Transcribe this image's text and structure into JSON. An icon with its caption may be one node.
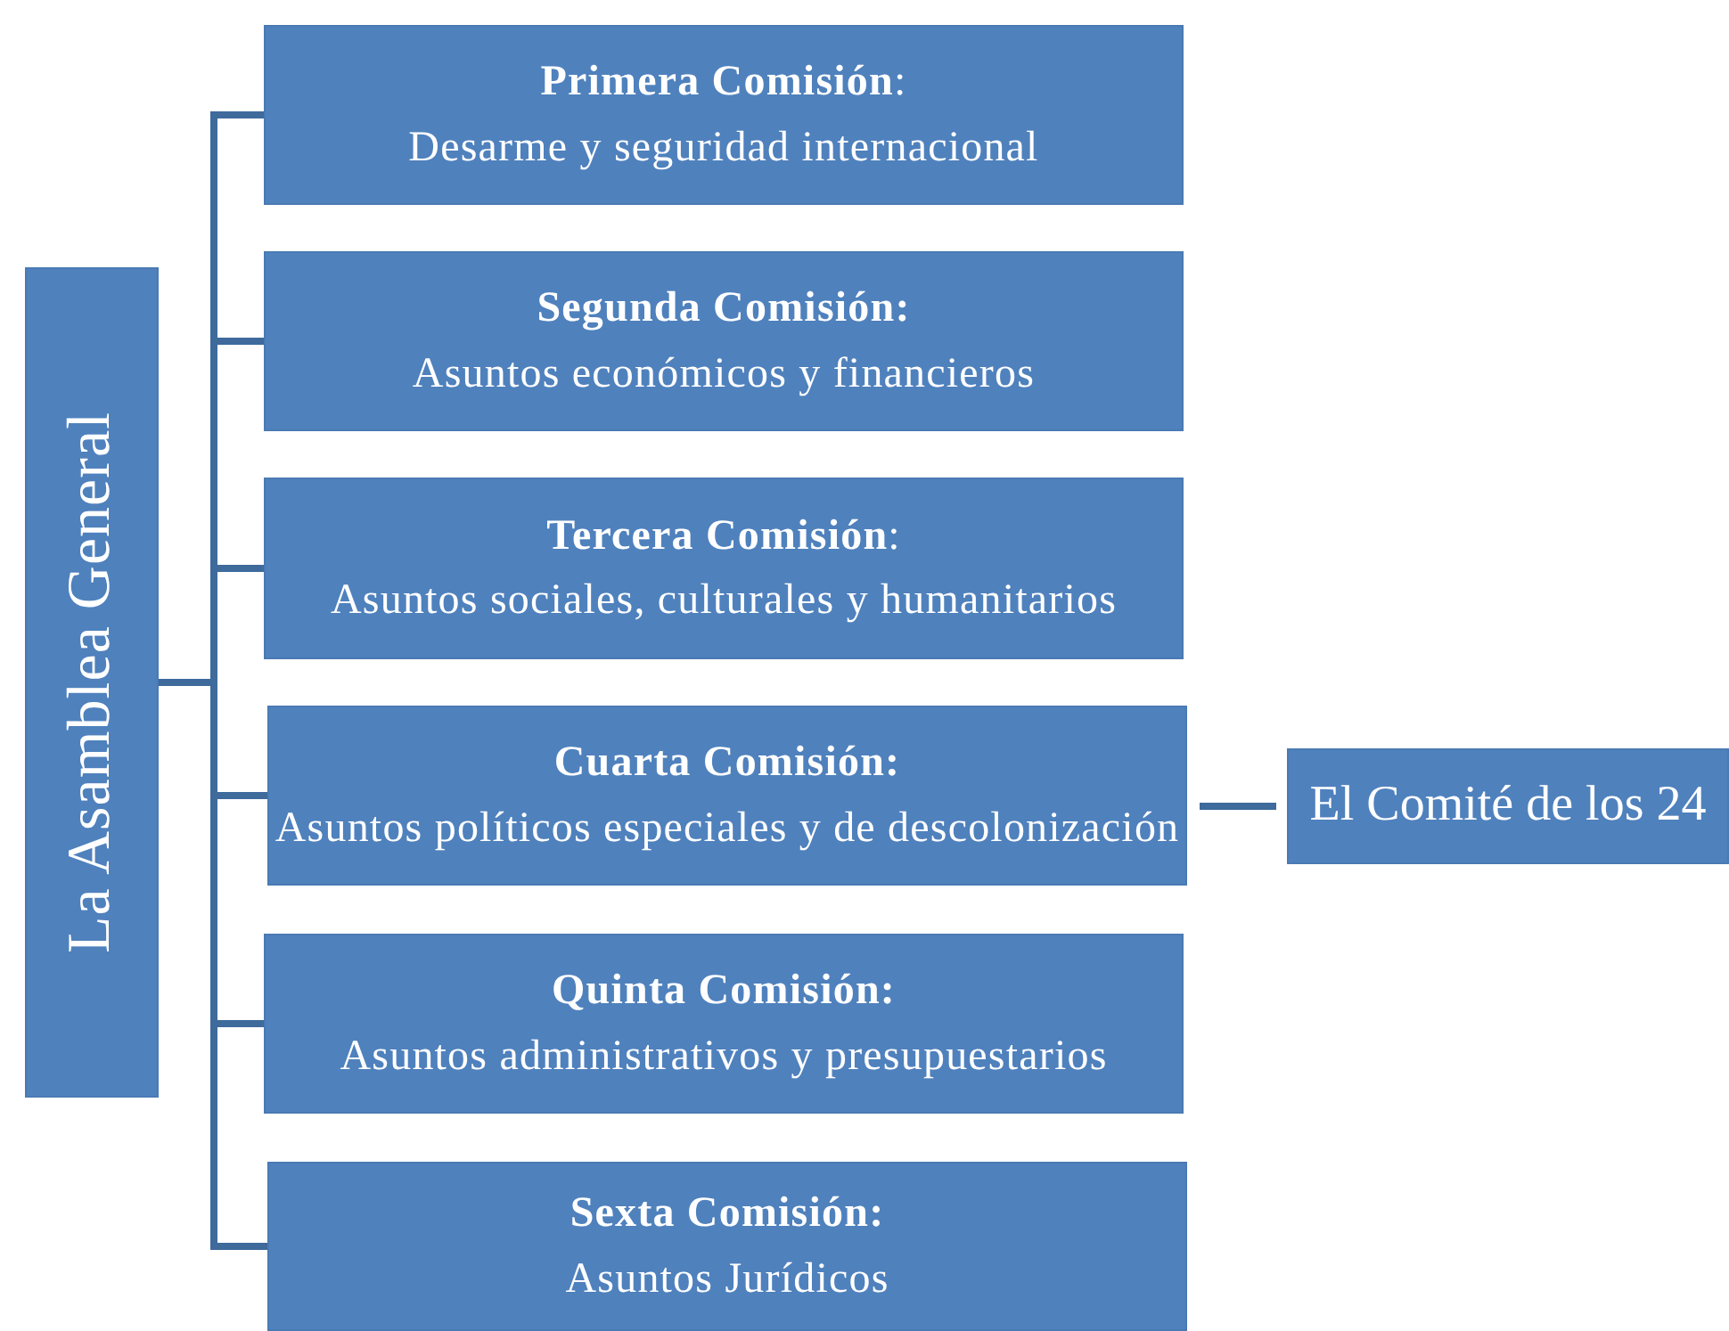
{
  "diagram": {
    "nodes": [
      {
        "text": [
          "La Asamblea General"
        ]
      },
      {
        "text": [
          "**Primera Comisión**:",
          "Desarme y seguridad internacional"
        ]
      },
      {
        "text": [
          "Segunda Comisión:",
          "Asuntos económicos y financieros"
        ]
      },
      {
        "text": [
          "**Tercera Comisión**:",
          "Asuntos sociales, culturales y humanitarios"
        ]
      },
      {
        "text": [
          "Cuarta Comisión:",
          "Asuntos políticos especiales y de descolonización"
        ]
      },
      {
        "text": [
          "Quinta Comisión:",
          "Asuntos administrativos y presupuestarios"
        ]
      },
      {
        "text": [
          "Sexta Comisión:",
          "Asuntos Jurídicos"
        ]
      },
      {
        "text": [
          "El Comité de los 24"
        ]
      }
    ],
    "edges": [
      {
        "from": 0,
        "to": 1,
        "arrow": "none"
      },
      {
        "from": 0,
        "to": 2,
        "arrow": "none"
      },
      {
        "from": 0,
        "to": 3,
        "arrow": "none"
      },
      {
        "from": 0,
        "to": 4,
        "arrow": "none"
      },
      {
        "from": 0,
        "to": 5,
        "arrow": "none"
      },
      {
        "from": 0,
        "to": 6,
        "arrow": "none"
      },
      {
        "from": 4,
        "to": 7,
        "arrow": "none"
      }
    ]
  }
}
